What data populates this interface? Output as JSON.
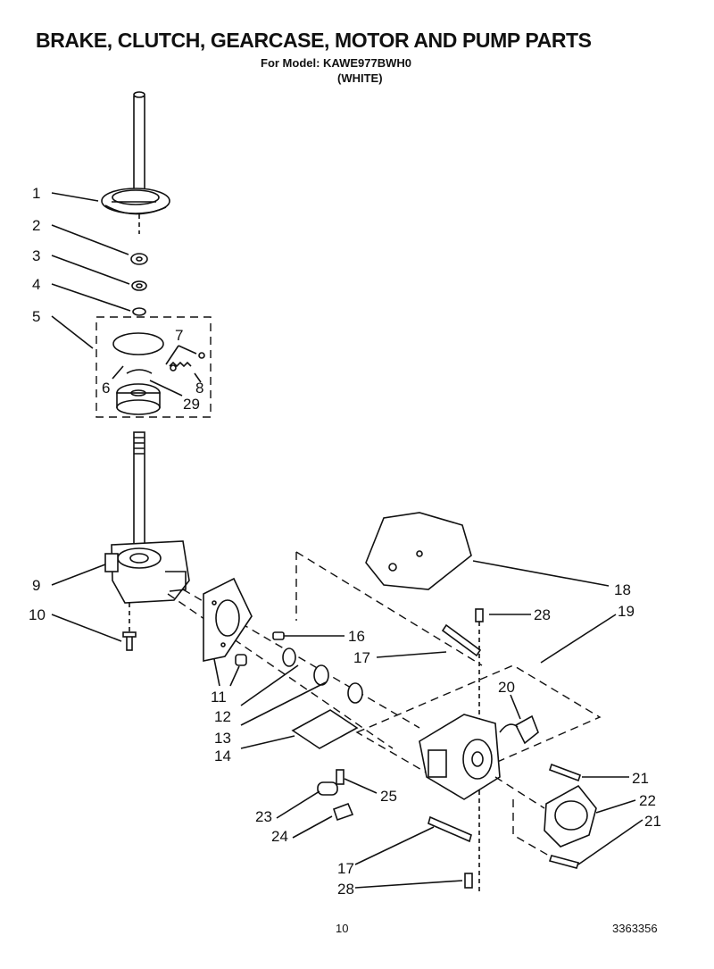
{
  "header": {
    "title": "BRAKE, CLUTCH, GEARCASE, MOTOR AND PUMP PARTS",
    "model": "For Model: KAWE977BWH0",
    "color": "(WHITE)"
  },
  "footer": {
    "page_number": "10",
    "document_number": "3363356"
  },
  "callouts": [
    "1",
    "2",
    "3",
    "4",
    "5",
    "6",
    "7",
    "8",
    "29",
    "9",
    "10",
    "11",
    "12",
    "13",
    "14",
    "16",
    "17",
    "18",
    "28",
    "19",
    "20",
    "21",
    "22",
    "23",
    "24",
    "25",
    "17",
    "28",
    "21"
  ]
}
